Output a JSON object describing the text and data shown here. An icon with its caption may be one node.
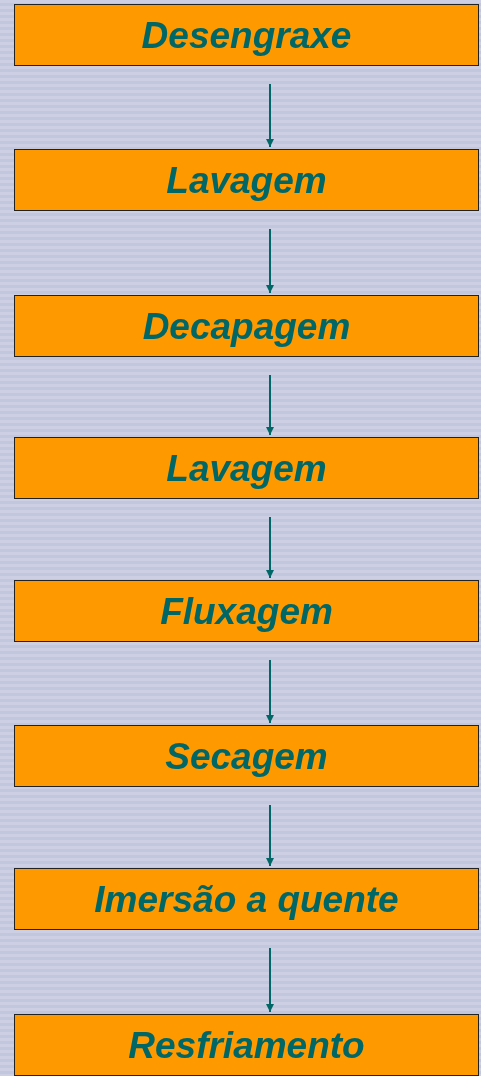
{
  "diagram": {
    "nodes": [
      {
        "text": [
          "Desengraxe"
        ]
      },
      {
        "text": [
          "Lavagem"
        ]
      },
      {
        "text": [
          "Decapagem"
        ]
      },
      {
        "text": [
          "Lavagem"
        ]
      },
      {
        "text": [
          "Fluxagem"
        ]
      },
      {
        "text": [
          "Secagem"
        ]
      },
      {
        "text": [
          "Imersão a quente"
        ]
      },
      {
        "text": [
          "Resfriamento"
        ]
      }
    ],
    "edges": [
      {
        "from": 0,
        "to": 1,
        "arrow": "to"
      },
      {
        "from": 1,
        "to": 2,
        "arrow": "to"
      },
      {
        "from": 2,
        "to": 3,
        "arrow": "to"
      },
      {
        "from": 3,
        "to": 4,
        "arrow": "to"
      },
      {
        "from": 4,
        "to": 5,
        "arrow": "to"
      },
      {
        "from": 5,
        "to": 6,
        "arrow": "to"
      },
      {
        "from": 6,
        "to": 7,
        "arrow": "to"
      }
    ]
  }
}
